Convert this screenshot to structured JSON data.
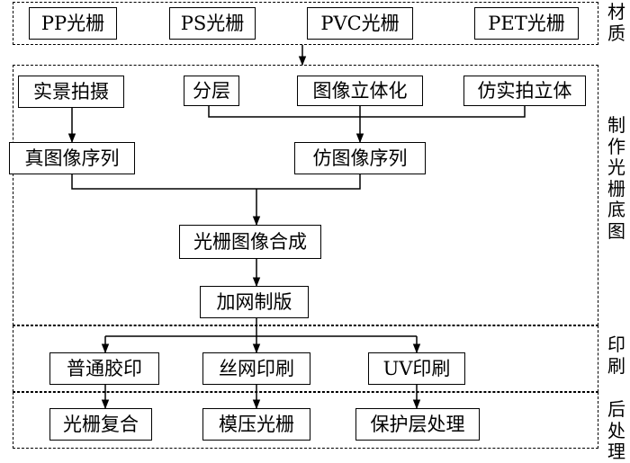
{
  "sections": [
    {
      "id": "material",
      "label": "材质"
    },
    {
      "id": "base",
      "label": "制作光栅底图"
    },
    {
      "id": "print",
      "label": "印刷"
    },
    {
      "id": "post",
      "label": "后处理"
    }
  ],
  "material_options": [
    "PP光栅",
    "PS光栅",
    "PVC光栅",
    "PET光栅"
  ],
  "base_steps": {
    "shoot": "实景拍摄",
    "layer": "分层",
    "convert": "图像立体化",
    "simulate": "仿实拍立体",
    "real_seq": "真图像序列",
    "sim_seq": "仿图像序列",
    "compose": "光栅图像合成",
    "screen": "加网制版"
  },
  "print_methods": [
    "普通胶印",
    "丝网印刷",
    "UV印刷"
  ],
  "post_steps": [
    "光栅复合",
    "模压光栅",
    "保护层处理"
  ]
}
